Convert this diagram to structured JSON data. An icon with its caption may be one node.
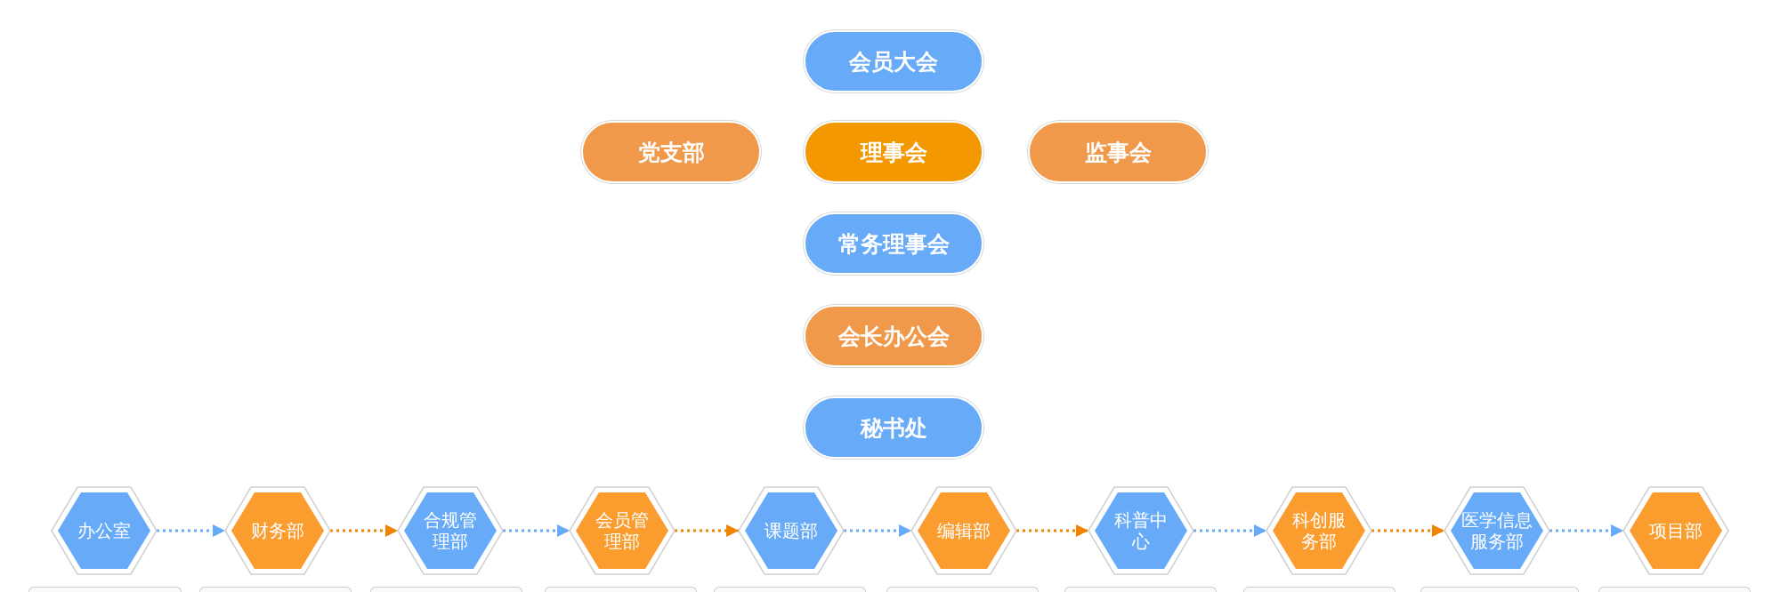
{
  "diagram": {
    "nodes": [
      {
        "text": [
          "会员大会"
        ]
      },
      {
        "text": [
          "党支部"
        ]
      },
      {
        "text": [
          "理事会"
        ]
      },
      {
        "text": [
          "监事会"
        ]
      },
      {
        "text": [
          "常务理事会"
        ]
      },
      {
        "text": [
          "会长办公会"
        ]
      },
      {
        "text": [
          "秘书处"
        ]
      },
      {
        "text": [
          "办公室"
        ]
      },
      {
        "text": [
          "财务部"
        ]
      },
      {
        "text": [
          "合规管理部"
        ]
      },
      {
        "text": [
          "会员管理部"
        ]
      },
      {
        "text": [
          "课题部"
        ]
      },
      {
        "text": [
          "编辑部"
        ]
      },
      {
        "text": [
          "科普中心"
        ]
      },
      {
        "text": [
          "科创服务部"
        ]
      },
      {
        "text": [
          "医学信息服务部"
        ]
      },
      {
        "text": [
          "项目部"
        ]
      },
      {
        "text": [],
        "shape": "box"
      },
      {
        "text": [],
        "shape": "box"
      },
      {
        "text": [],
        "shape": "box"
      },
      {
        "text": [],
        "shape": "box"
      },
      {
        "text": [],
        "shape": "box"
      },
      {
        "text": [],
        "shape": "box"
      },
      {
        "text": [],
        "shape": "box"
      },
      {
        "text": [],
        "shape": "box"
      },
      {
        "text": [],
        "shape": "box"
      },
      {
        "text": [],
        "shape": "box"
      }
    ],
    "edges": [
      {
        "from": 7,
        "to": 8,
        "arrow": "to"
      },
      {
        "from": 8,
        "to": 9,
        "arrow": "to",
        "color": "#f08300"
      },
      {
        "from": 9,
        "to": 10,
        "arrow": "to"
      },
      {
        "from": 10,
        "to": 11,
        "arrow": "to",
        "color": "#f08300"
      },
      {
        "from": 11,
        "to": 12,
        "arrow": "to"
      },
      {
        "from": 12,
        "to": 13,
        "arrow": "to",
        "color": "#f08300"
      },
      {
        "from": 13,
        "to": 14,
        "arrow": "to"
      },
      {
        "from": 14,
        "to": 15,
        "arrow": "to",
        "color": "#f08300"
      },
      {
        "from": 15,
        "to": 16,
        "arrow": "to"
      }
    ]
  }
}
